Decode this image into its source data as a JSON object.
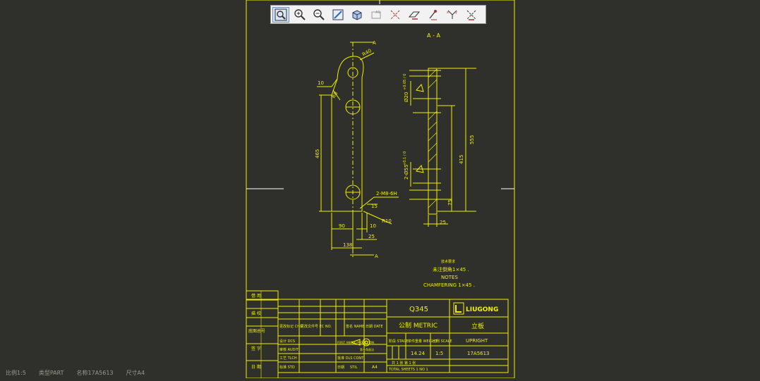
{
  "colors": {
    "background": "#2f2f2b",
    "drawing": "#f0f000",
    "toolbar_bg": "#f2f2f2"
  },
  "toolbar": {
    "buttons": [
      {
        "name": "zoom-fit",
        "icon": "zoom-fit-icon"
      },
      {
        "name": "zoom-in",
        "icon": "zoom-in-icon"
      },
      {
        "name": "zoom-out",
        "icon": "zoom-out-icon"
      },
      {
        "name": "repaint",
        "icon": "repaint-icon"
      },
      {
        "name": "display-style",
        "icon": "cube-shaded-icon"
      },
      {
        "name": "annotation-display",
        "icon": "annotation-icon"
      },
      {
        "name": "datum-axis-display",
        "icon": "datum-axes-icon"
      },
      {
        "name": "datum-plane-display",
        "icon": "datum-plane-icon"
      },
      {
        "name": "datum-point-display",
        "icon": "datum-point-icon"
      },
      {
        "name": "coordinate-system-display",
        "icon": "csys-icon"
      },
      {
        "name": "spin-center-display",
        "icon": "spin-center-icon"
      }
    ]
  },
  "drawing": {
    "section_label": "A - A",
    "cut_label_top": "A",
    "cut_label_bottom": "A",
    "dims": {
      "r40": "R40",
      "ten_left": "10",
      "r8": "R8",
      "height465": "465",
      "hole_callout": "2-M8-6H",
      "fifteen": "15",
      "r10": "R10",
      "ninety": "90",
      "ten_bottom": "10",
      "twentyfive_bottom": "25",
      "width138": "138",
      "dia20": "Ø20",
      "dia20_tol": "+0.05 / 0",
      "dia55": "2-Ø55",
      "dia55_tol": "+0.1 / 0",
      "len415": "415",
      "len555": "555",
      "len75": "75",
      "thk25": "25"
    },
    "notes": {
      "title_cn": "技术要求",
      "line_cn": "未注倒角1×45 .",
      "title_en": "NOTES",
      "line_en": "CHAMFERING 1×45 ."
    },
    "title_block": {
      "material": "Q345",
      "company": "LIUGONG",
      "unit": "公制  METRIC",
      "part_name_cn": "立板",
      "part_name_en": "UPRIGHT",
      "part_number": "17A5613",
      "stage_label": "阶段 STAGE",
      "weight_label": "单件重量 WEIGHT",
      "scale_label": "比例 SCALE",
      "weight": "14.24",
      "scale": "1:5",
      "sheets": "共  1  张  第  1  张",
      "sheets_en": "TOTAL SHEETS 1      NO  1",
      "chg": "更改标记 CHG",
      "ecn": "更改文件号 EC NO.",
      "sign": "签名 NAME",
      "date": "日期 DATE",
      "design": "设计  DCS",
      "check": "审核 AUDIT",
      "process": "工艺  TLCH",
      "std": "标准 STD",
      "projection": "FIRST ANGLE PROJECTION",
      "projection_cn": "第一角画法",
      "approve": "批准 DLS CONT",
      "date2": "日期",
      "date_val": "STIL",
      "size": "A4",
      "left_col": [
        "借  用",
        "描  校",
        "底图总号",
        "签  字",
        "日  期"
      ]
    }
  },
  "statusbar": {
    "scale": "比例1:5",
    "type": "类型PART",
    "name": "名称17A5613",
    "size": "尺寸A4"
  }
}
